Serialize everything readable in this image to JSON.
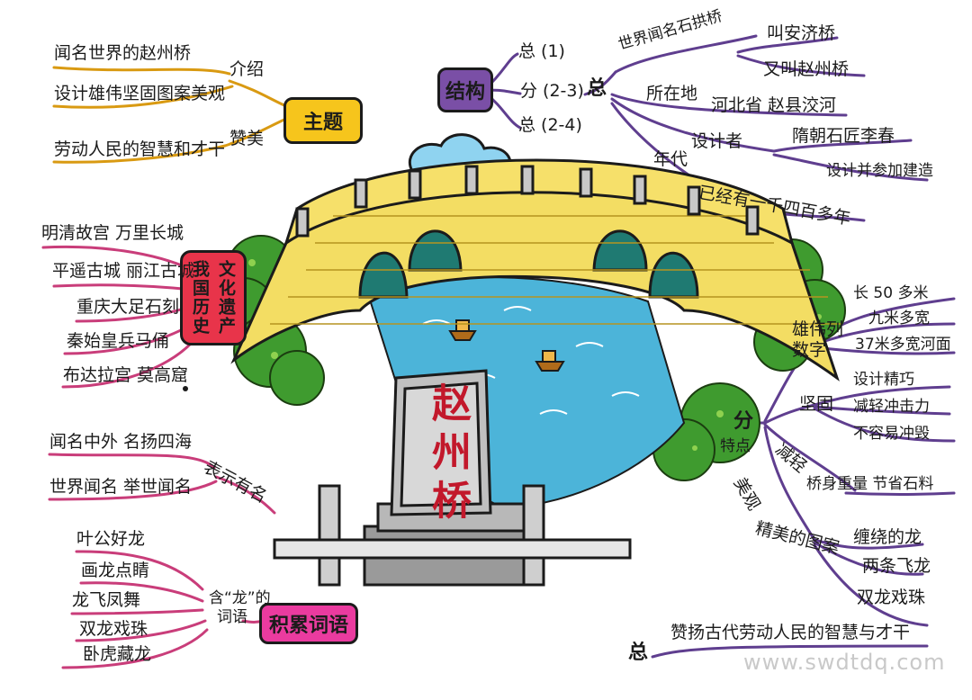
{
  "theme": {
    "badge": "主题",
    "intro_label": "介绍",
    "intro_items": [
      "闻名世界的赵州桥",
      "设计雄伟坚固图案美观"
    ],
    "praise_label": "赞美",
    "praise_item": "劳动人民的智慧和才干"
  },
  "structure": {
    "badge": "结构",
    "parts": [
      "总 (1)",
      "分 (2-3)",
      "总 (2-4)"
    ],
    "zong": "总",
    "items": {
      "world_famous": "世界闻名石拱桥",
      "name1": "叫安济桥",
      "name2": "又叫赵州桥",
      "location_key": "所在地",
      "location_val": "河北省 赵县洨河",
      "designer_key": "设计者",
      "designer_val": "隋朝石匠李春",
      "designer_note": "设计并参加建造",
      "era_key": "年代",
      "era_val": "已经有一千四百多年"
    }
  },
  "culture": {
    "badge_cols": [
      "我国历史",
      "文化遗产"
    ],
    "items": [
      "明清故宫 万里长城",
      "平遥古城 丽江古城",
      "重庆大足石刻",
      "秦始皇兵马俑",
      "布达拉宫 莫高窟"
    ]
  },
  "fame": {
    "label": "表示有名",
    "items": [
      "闻名中外 名扬四海",
      "世界闻名 举世闻名"
    ]
  },
  "words": {
    "badge": "积累词语",
    "dragon_label": "含“龙”的词语",
    "items": [
      "叶公好龙",
      "画龙点睛",
      "龙飞凤舞",
      "双龙戏珠",
      "卧虎藏龙"
    ]
  },
  "features": {
    "fen": "分",
    "te_dian": "特点",
    "grand": "雄伟列数字",
    "grand_items": [
      "长 50 多米",
      "九米多宽",
      "37米多宽河面"
    ],
    "solid": "坚固",
    "solid_items": [
      "设计精巧",
      "减轻冲击力",
      "不容易冲毁"
    ],
    "light": "减轻",
    "light_item": "桥身重量 节省石料",
    "beauty": "美观",
    "pattern": "精美的图案",
    "pattern_items": [
      "缠绕的龙",
      "两条飞龙",
      "双龙戏珠"
    ]
  },
  "summary": {
    "zong": "总",
    "text": "赞扬古代劳动人民的智慧与才干"
  },
  "stele": "赵州桥",
  "watermark": "www.swdtdq.com",
  "colors": {
    "theme_yellow": "#f6c51c",
    "structure_purple": "#7a4fa6",
    "culture_red": "#e8344a",
    "words_pink": "#ea3b9f",
    "water_blue": "#4cb4d9",
    "bridge_yellow": "#f3dd63",
    "tree_green": "#3f9b2f",
    "branch_pink": "#c93d7a",
    "branch_purple": "#5f3e8f"
  }
}
